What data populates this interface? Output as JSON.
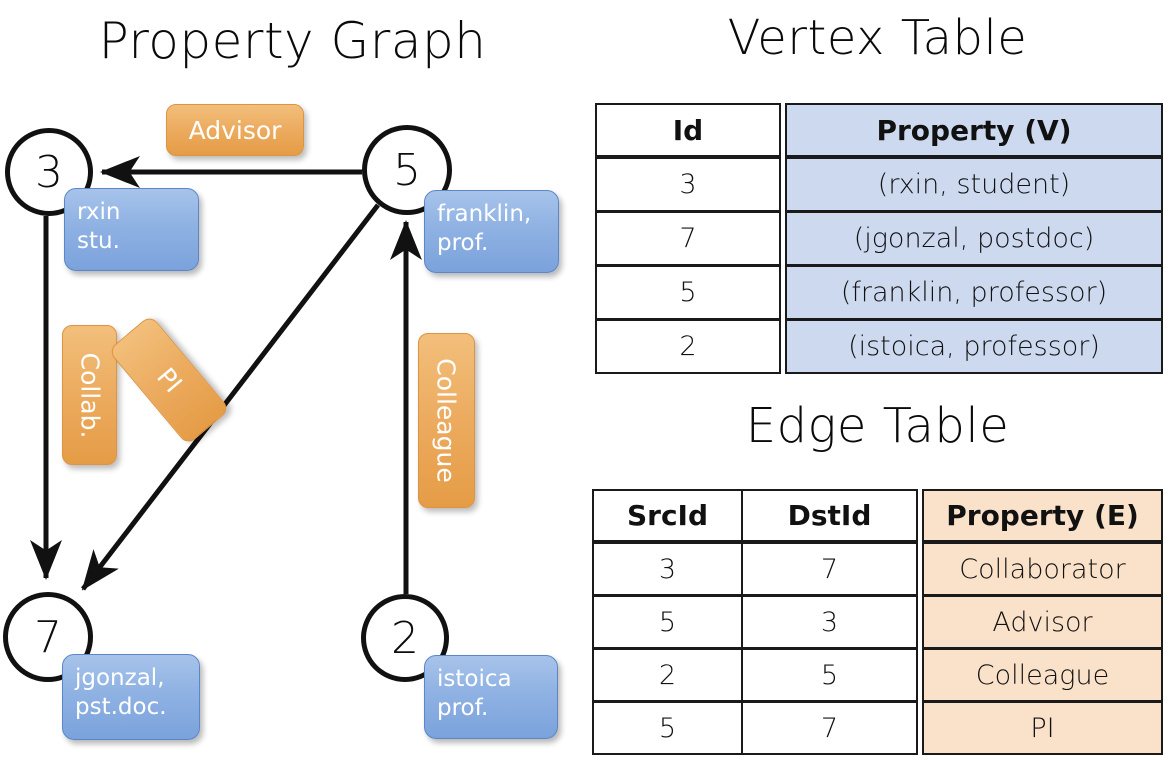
{
  "titles": {
    "property_graph": "Property Graph",
    "vertex_table": "Vertex Table",
    "edge_table": "Edge Table"
  },
  "graph": {
    "nodes": [
      {
        "id": "3",
        "property_line1": "rxin",
        "property_line2": "stu."
      },
      {
        "id": "5",
        "property_line1": "franklin,",
        "property_line2": "prof."
      },
      {
        "id": "7",
        "property_line1": "jgonzal,",
        "property_line2": "pst.doc."
      },
      {
        "id": "2",
        "property_line1": "istoica",
        "property_line2": "prof."
      }
    ],
    "edge_labels": [
      {
        "text": "Advisor",
        "orientation": "horizontal"
      },
      {
        "text": "Collab.",
        "orientation": "vertical"
      },
      {
        "text": "PI",
        "orientation": "rotated"
      },
      {
        "text": "Colleague",
        "orientation": "vertical"
      }
    ],
    "edges": [
      {
        "from": "5",
        "to": "3",
        "label": "Advisor"
      },
      {
        "from": "3",
        "to": "7",
        "label": "Collab."
      },
      {
        "from": "5",
        "to": "7",
        "label": "PI"
      },
      {
        "from": "2",
        "to": "5",
        "label": "Colleague"
      }
    ]
  },
  "vertex_table": {
    "headers": [
      "Id",
      "Property (V)"
    ],
    "rows": [
      {
        "id": "3",
        "property": "(rxin, student)"
      },
      {
        "id": "7",
        "property": "(jgonzal, postdoc)"
      },
      {
        "id": "5",
        "property": "(franklin, professor)"
      },
      {
        "id": "2",
        "property": "(istoica, professor)"
      }
    ]
  },
  "edge_table": {
    "headers": [
      "SrcId",
      "DstId",
      "Property (E)"
    ],
    "rows": [
      {
        "src": "3",
        "dst": "7",
        "property": "Collaborator"
      },
      {
        "src": "5",
        "dst": "3",
        "property": "Advisor"
      },
      {
        "src": "2",
        "dst": "5",
        "property": "Colleague"
      },
      {
        "src": "5",
        "dst": "7",
        "property": "PI"
      }
    ]
  },
  "colors": {
    "vertex_property_fill": "#ccd9ef",
    "edge_property_fill": "#fae1c9",
    "node_box_blue": "#8fb2e3",
    "edge_label_orange": "#ecab5f",
    "background": "#ffffff",
    "stroke": "#111111"
  }
}
